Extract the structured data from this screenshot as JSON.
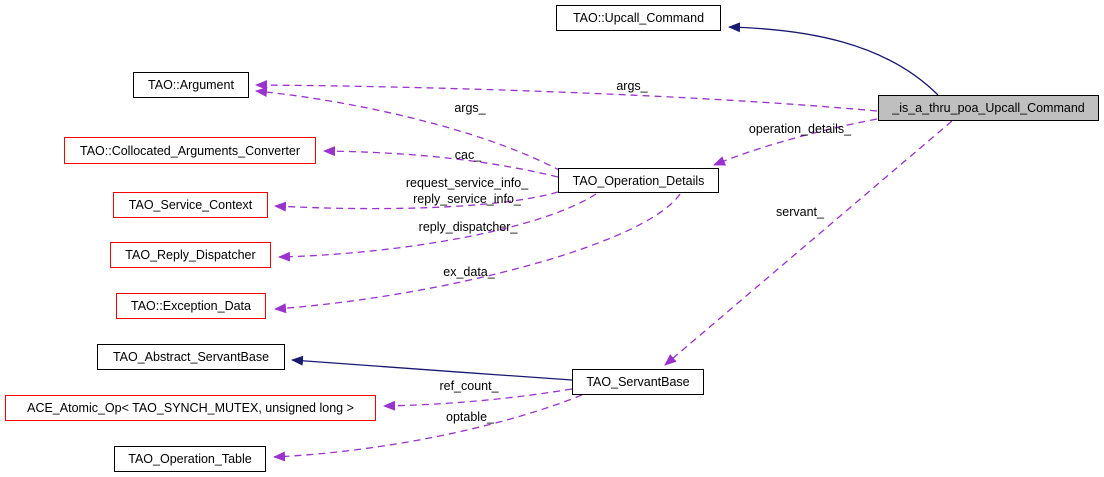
{
  "diagram": {
    "type": "collaboration-graph",
    "colors": {
      "inheritance_edge": "#191970",
      "usage_edge": "#9a32cd",
      "node_border": "#000000",
      "undocumented_node_border": "#ff0000",
      "current_node_fill": "#bfbfbf",
      "node_fill": "#ffffff",
      "text": "#000000",
      "background": "#ffffff"
    },
    "nodes": [
      {
        "id": "upcall_command",
        "label": "TAO::Upcall_Command",
        "border": "black",
        "fill": "white"
      },
      {
        "id": "is_a_thru_poa",
        "label": "_is_a_thru_poa_Upcall_Command",
        "border": "black",
        "fill": "gray"
      },
      {
        "id": "argument",
        "label": "TAO::Argument",
        "border": "black",
        "fill": "white"
      },
      {
        "id": "collocated_conv",
        "label": "TAO::Collocated_Arguments_Converter",
        "border": "red",
        "fill": "white"
      },
      {
        "id": "service_context",
        "label": "TAO_Service_Context",
        "border": "red",
        "fill": "white"
      },
      {
        "id": "reply_dispatcher",
        "label": "TAO_Reply_Dispatcher",
        "border": "red",
        "fill": "white"
      },
      {
        "id": "exception_data",
        "label": "TAO::Exception_Data",
        "border": "red",
        "fill": "white"
      },
      {
        "id": "abstract_servant",
        "label": "TAO_Abstract_ServantBase",
        "border": "black",
        "fill": "white"
      },
      {
        "id": "ace_atomic_op",
        "label": "ACE_Atomic_Op< TAO_SYNCH_MUTEX, unsigned long >",
        "border": "red",
        "fill": "white"
      },
      {
        "id": "operation_table",
        "label": "TAO_Operation_Table",
        "border": "black",
        "fill": "white"
      },
      {
        "id": "operation_details",
        "label": "TAO_Operation_Details",
        "border": "black",
        "fill": "white"
      },
      {
        "id": "servantbase",
        "label": "TAO_ServantBase",
        "border": "black",
        "fill": "white"
      }
    ],
    "edges": [
      {
        "from": "is_a_thru_poa",
        "to": "upcall_command",
        "style": "solid",
        "label": ""
      },
      {
        "from": "is_a_thru_poa",
        "to": "argument",
        "style": "dashed",
        "label": "args_"
      },
      {
        "from": "is_a_thru_poa",
        "to": "operation_details",
        "style": "dashed",
        "label": "operation_details_"
      },
      {
        "from": "is_a_thru_poa",
        "to": "servantbase",
        "style": "dashed",
        "label": "servant_"
      },
      {
        "from": "operation_details",
        "to": "argument",
        "style": "dashed",
        "label": "args_"
      },
      {
        "from": "operation_details",
        "to": "collocated_conv",
        "style": "dashed",
        "label": "cac_"
      },
      {
        "from": "operation_details",
        "to": "service_context",
        "style": "dashed",
        "label": "request_service_info_\nreply_service_info_"
      },
      {
        "from": "operation_details",
        "to": "reply_dispatcher",
        "style": "dashed",
        "label": "reply_dispatcher_"
      },
      {
        "from": "operation_details",
        "to": "exception_data",
        "style": "dashed",
        "label": "ex_data_"
      },
      {
        "from": "servantbase",
        "to": "abstract_servant",
        "style": "solid",
        "label": ""
      },
      {
        "from": "servantbase",
        "to": "ace_atomic_op",
        "style": "dashed",
        "label": "ref_count_"
      },
      {
        "from": "servantbase",
        "to": "operation_table",
        "style": "dashed",
        "label": "optable_"
      }
    ]
  }
}
